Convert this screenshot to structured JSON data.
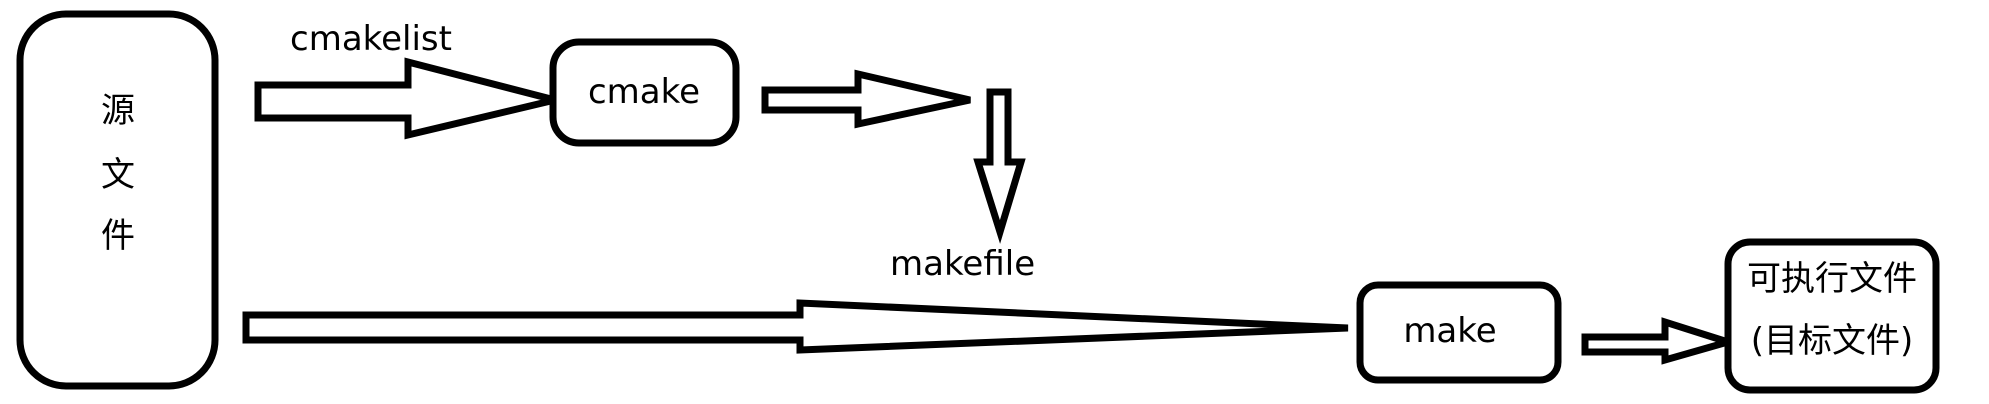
{
  "diagram": {
    "source_box": {
      "chars": [
        "源",
        "文",
        "件"
      ]
    },
    "cmake_box": {
      "label": "cmake"
    },
    "make_box": {
      "label": "make"
    },
    "output_box": {
      "line1": "可执行文件",
      "line2": "(目标文件)"
    },
    "labels": {
      "cmakelist": "cmakelist",
      "makefile": "makefile"
    },
    "colors": {
      "stroke": "#000000",
      "fill": "#ffffff",
      "text": "#000000"
    }
  }
}
